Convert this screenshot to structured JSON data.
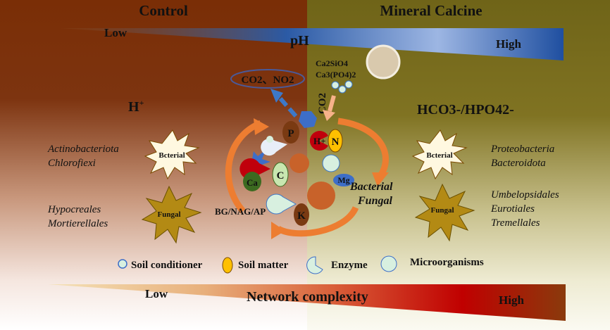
{
  "headers": {
    "left": "Control",
    "right": "Mineral Calcine"
  },
  "ph_scale": {
    "low": "Low",
    "label": "pH",
    "high": "High"
  },
  "ions": {
    "left": "H+",
    "left_base": "H",
    "left_sup": "+",
    "right": "HCO3-/HPO42-"
  },
  "gases": {
    "co2_no2": "CO2、NO2",
    "co2": "CO2"
  },
  "minerals": {
    "ca2sio4": "Ca2SiO4",
    "ca3po4": "Ca3(PO4)2"
  },
  "elements": {
    "p": "P",
    "h": "H+",
    "n": "N",
    "c": "C",
    "ca": "Ca",
    "mg": "Mg",
    "k": "K"
  },
  "cycle_labels": {
    "enzymes": "BG/NAG/AP",
    "bacterial": "Bacterial",
    "fungal": "Fungal"
  },
  "left_taxa": {
    "bacterial_badge": "Bcterial",
    "bacterial": [
      "Actinobacteriota",
      "Chlorofiexi"
    ],
    "fungal_badge": "Fungal",
    "fungal": [
      "Hypocreales",
      "Mortierellales"
    ]
  },
  "right_taxa": {
    "bacterial_badge": "Bcterial",
    "bacterial": [
      "Proteobacteria",
      "Bacteroidota"
    ],
    "fungal_badge": "Fungal",
    "fungal": [
      "Umbelopsidales",
      "Eurotiales",
      "Tremellales"
    ]
  },
  "legend": [
    "Soil conditioner",
    "Soil matter",
    "Enzyme",
    "Microorganisms"
  ],
  "network_scale": {
    "low": "Low",
    "label": "Network complexity",
    "high": "High"
  },
  "colors": {
    "control_bg": "#7a2e06",
    "calcine_bg": "#6f6418",
    "ph_blue": "#1f4fa0",
    "network_red": "#c00000",
    "arrow_orange": "#ed7d31"
  }
}
